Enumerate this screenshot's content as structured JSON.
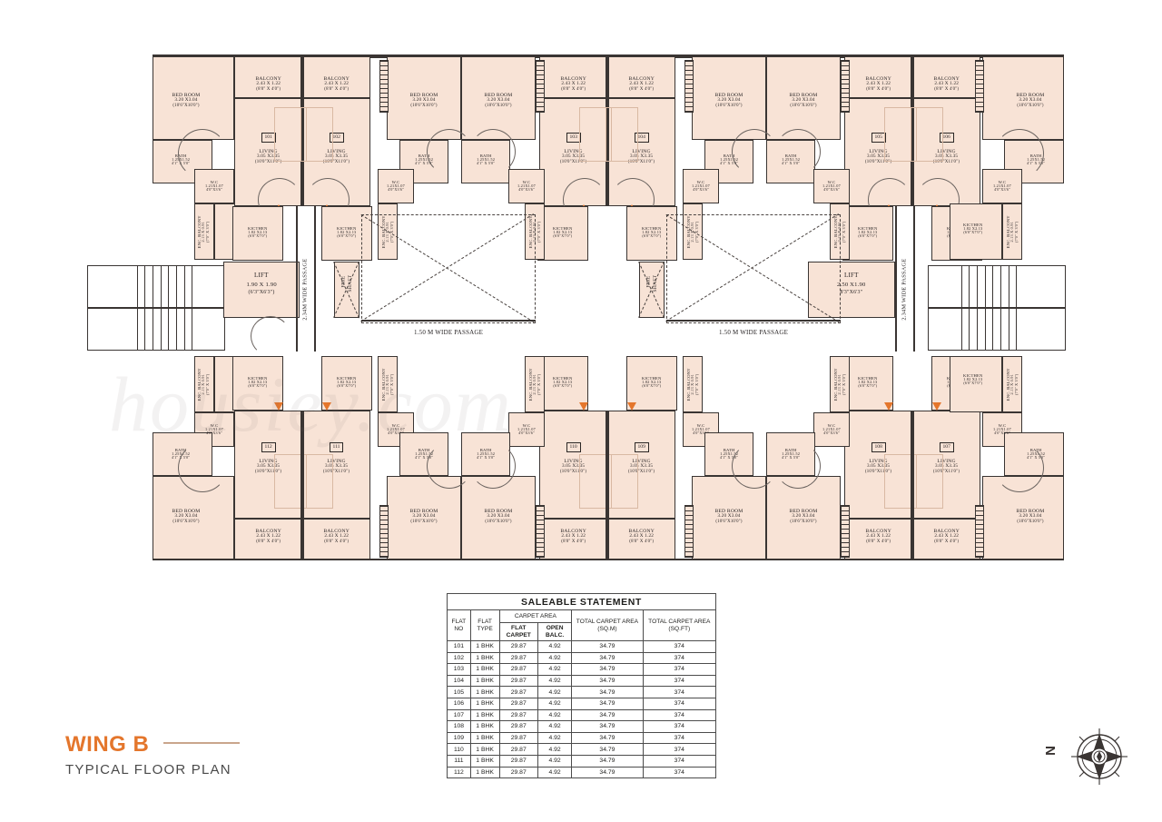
{
  "title_block": {
    "wing": "WING B",
    "subtitle": "TYPICAL FLOOR PLAN"
  },
  "watermark": "housiey.com",
  "compass": {
    "label": "N"
  },
  "plan": {
    "passages": [
      {
        "label": "2.34M WIDE PASSAGE"
      },
      {
        "label": "1.50 M WIDE PASSAGE"
      },
      {
        "label": "1.50 M WIDE PASSAGE"
      },
      {
        "label": "2.34M WIDE PASSAGE"
      }
    ],
    "lifts": [
      {
        "name": "LIFT",
        "dim_m": "1.90 X 1.90",
        "dim_ft": "(6'3\"X6'3\")"
      },
      {
        "name": "LIFT",
        "dim_m": "2.50 X1.90",
        "dim_ft": "8'3\"X6'3\""
      }
    ],
    "fire_shaft": {
      "line1": "FIRE",
      "line2": "SHAFT"
    },
    "room_types": {
      "bedroom": {
        "name": "BED ROOM",
        "dim_m": "3.20 X3.04",
        "dim_ft": "(10'6\"X10'0\")"
      },
      "balcony": {
        "name": "BALCONY",
        "dim_m": "2.43 X 1.22",
        "dim_ft": "(8'0\" X 4'0\")"
      },
      "living": {
        "name": "LIVING",
        "dim_m": "3.05 X3.35",
        "dim_ft": "(10'0\"X11'0\")"
      },
      "kitchen": {
        "name": "KICTHEN",
        "dim_m": "1.82 X2.13",
        "dim_ft": "(6'0\"X7'0\")"
      },
      "bath": {
        "name": "BATH",
        "dim_m": "1.25X1.52",
        "dim_ft": "4'1\" X 5'0\""
      },
      "wc": {
        "name": "W.C",
        "dim_m": "1.21X1.07",
        "dim_ft": "4'0\"X3'6\""
      },
      "enc_balc": {
        "name": "ENC. BALCONY",
        "dim_m": "2.13 X 0.91",
        "dim_ft": "(7'0\" X 3'0\")"
      }
    },
    "flat_numbers": [
      "101",
      "102",
      "103",
      "104",
      "105",
      "106",
      "107",
      "108",
      "109",
      "110",
      "111",
      "112"
    ]
  },
  "table": {
    "title": "SALEABLE STATEMENT",
    "headers": {
      "flat_no": "FLAT NO",
      "flat_type": "FLAT TYPE",
      "carpet_area": "CARPET AREA",
      "flat_carpet": "FLAT CARPET",
      "open_balc": "OPEN BALC.",
      "total_sqm": "TOTAL CARPET AREA (SQ.M)",
      "total_sqft": "TOTAL CARPET AREA (SQ.FT)"
    },
    "rows": [
      {
        "flat_no": "101",
        "flat_type": "1 BHK",
        "flat_carpet": "29.87",
        "open_balc": "4.92",
        "total_sqm": "34.79",
        "total_sqft": "374"
      },
      {
        "flat_no": "102",
        "flat_type": "1 BHK",
        "flat_carpet": "29.87",
        "open_balc": "4.92",
        "total_sqm": "34.79",
        "total_sqft": "374"
      },
      {
        "flat_no": "103",
        "flat_type": "1 BHK",
        "flat_carpet": "29.87",
        "open_balc": "4.92",
        "total_sqm": "34.79",
        "total_sqft": "374"
      },
      {
        "flat_no": "104",
        "flat_type": "1 BHK",
        "flat_carpet": "29.87",
        "open_balc": "4.92",
        "total_sqm": "34.79",
        "total_sqft": "374"
      },
      {
        "flat_no": "105",
        "flat_type": "1 BHK",
        "flat_carpet": "29.87",
        "open_balc": "4.92",
        "total_sqm": "34.79",
        "total_sqft": "374"
      },
      {
        "flat_no": "106",
        "flat_type": "1 BHK",
        "flat_carpet": "29.87",
        "open_balc": "4.92",
        "total_sqm": "34.79",
        "total_sqft": "374"
      },
      {
        "flat_no": "107",
        "flat_type": "1 BHK",
        "flat_carpet": "29.87",
        "open_balc": "4.92",
        "total_sqm": "34.79",
        "total_sqft": "374"
      },
      {
        "flat_no": "108",
        "flat_type": "1 BHK",
        "flat_carpet": "29.87",
        "open_balc": "4.92",
        "total_sqm": "34.79",
        "total_sqft": "374"
      },
      {
        "flat_no": "109",
        "flat_type": "1 BHK",
        "flat_carpet": "29.87",
        "open_balc": "4.92",
        "total_sqm": "34.79",
        "total_sqft": "374"
      },
      {
        "flat_no": "110",
        "flat_type": "1 BHK",
        "flat_carpet": "29.87",
        "open_balc": "4.92",
        "total_sqm": "34.79",
        "total_sqft": "374"
      },
      {
        "flat_no": "111",
        "flat_type": "1 BHK",
        "flat_carpet": "29.87",
        "open_balc": "4.92",
        "total_sqm": "34.79",
        "total_sqft": "374"
      },
      {
        "flat_no": "112",
        "flat_type": "1 BHK",
        "flat_carpet": "29.87",
        "open_balc": "4.92",
        "total_sqm": "34.79",
        "total_sqft": "374"
      }
    ]
  },
  "colors": {
    "room_fill": "#f8e3d6",
    "wall": "#3a3533",
    "accent_orange": "#e4762c",
    "title_gray": "#4a4a4a"
  }
}
